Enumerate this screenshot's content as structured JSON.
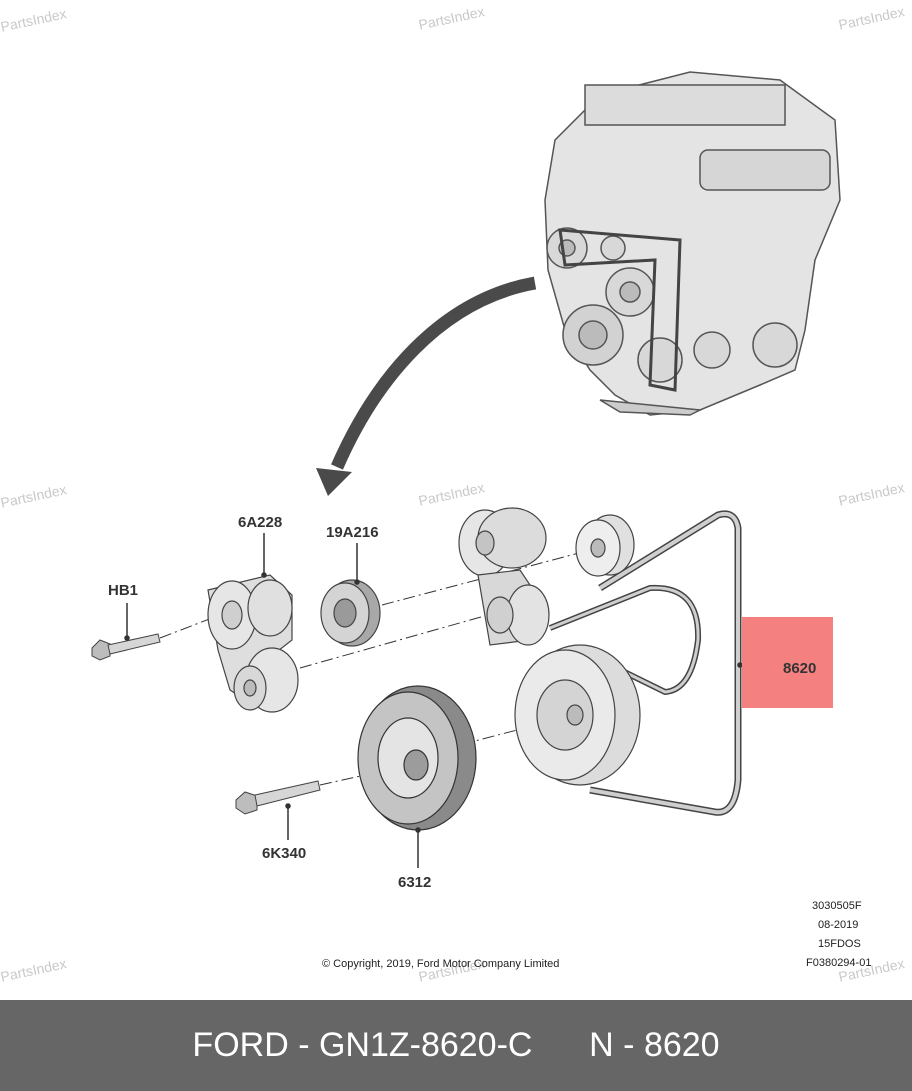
{
  "watermark": "PartsIndex",
  "callouts": {
    "hb1": "HB1",
    "a6228": "6A228",
    "a19216": "19A216",
    "k6340": "6K340",
    "n6312": "6312",
    "n8620": "8620"
  },
  "meta": {
    "code": "3030505F",
    "date": "08-2019",
    "engine": "15FDOS",
    "figure": "F0380294-01"
  },
  "copyright": "© Copyright, 2019, Ford Motor Company Limited",
  "footer": {
    "part": "FORD - GN1Z-8620-C",
    "ref": "N - 8620"
  },
  "colors": {
    "highlight": "#f48080",
    "footer_bg": "#666666",
    "watermark": "#c9c9c9"
  }
}
